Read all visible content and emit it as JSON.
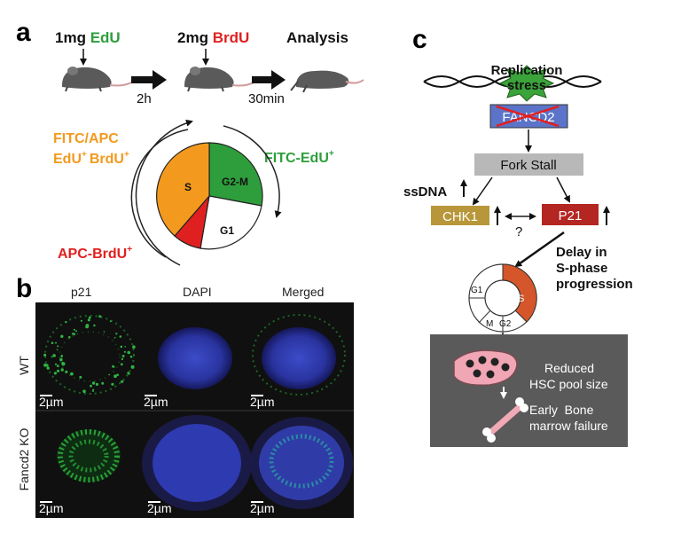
{
  "panel_a": {
    "letter": "a",
    "step1_amount": "1mg",
    "step1_label": "EdU",
    "step2_amount": "2mg",
    "step2_label": "BrdU",
    "step3_label": "Analysis",
    "interval1": "2h",
    "interval2": "30min",
    "legend_double_line1": "FITC/APC",
    "legend_double_line2_part1": "EdU",
    "legend_double_line2_part2": "BrdU",
    "legend_plus": "+",
    "legend_edu": "FITC-EdU",
    "legend_brdu": "APC-BrdU",
    "pie_s": "S",
    "pie_g2m": "G2-M",
    "pie_g1": "G1",
    "colors": {
      "edu": "#2e9e3c",
      "brdu": "#e02020",
      "double": "#f39a1e"
    }
  },
  "panel_b": {
    "letter": "b",
    "col_p21": "p21",
    "col_dapi": "DAPI",
    "col_merged": "Merged",
    "row_wt": "WT",
    "row_ko": "Fancd2 KO",
    "scale": "2µm"
  },
  "panel_c": {
    "letter": "c",
    "replication_line1": "Replication",
    "replication_line2": "stress",
    "fancd2": "FANCD2",
    "fork_stall": "Fork Stall",
    "ssdna": "ssDNA",
    "chk1": "CHK1",
    "p21": "P21",
    "question": "?",
    "delay_line1": "Delay in",
    "delay_line2": "S-phase",
    "delay_line3": "progression",
    "cycle_g1": "G1",
    "cycle_s": "S",
    "cycle_m": "M",
    "cycle_g2": "G2",
    "reduced_line1": "Reduced",
    "reduced_line2": "HSC pool size",
    "early_line1": "Early  Bone",
    "early_line2": "marrow failure"
  }
}
